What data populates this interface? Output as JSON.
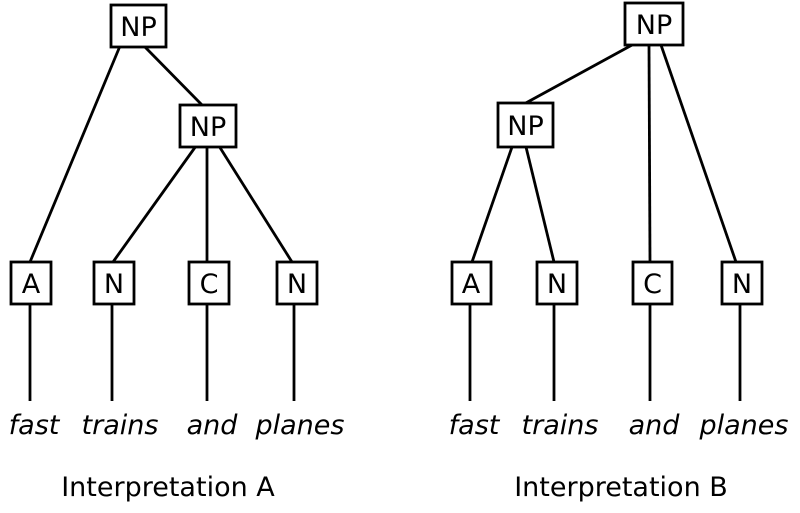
{
  "canvas": {
    "background_color": "#ffffff",
    "ink_color": "#000000"
  },
  "phrase": "fast trains and planes",
  "trees": [
    {
      "caption": "Interpretation A",
      "root_label": "NP",
      "inner_label": "NP",
      "pos_labels": [
        "A",
        "N",
        "C",
        "N"
      ],
      "words": [
        "fast",
        "trains",
        "and",
        "planes"
      ],
      "edges": [
        "NP(root) -> A",
        "NP(root) -> NP(inner)",
        "NP(inner) -> N",
        "NP(inner) -> C",
        "NP(inner) -> N",
        "A -> fast",
        "N -> trains",
        "C -> and",
        "N -> planes"
      ]
    },
    {
      "caption": "Interpretation B",
      "root_label": "NP",
      "inner_label": "NP",
      "pos_labels": [
        "A",
        "N",
        "C",
        "N"
      ],
      "words": [
        "fast",
        "trains",
        "and",
        "planes"
      ],
      "edges": [
        "NP(root) -> NP(inner)",
        "NP(root) -> C",
        "NP(root) -> N",
        "NP(inner) -> A",
        "NP(inner) -> N",
        "A -> fast",
        "N -> trains",
        "C -> and",
        "N -> planes"
      ]
    }
  ]
}
